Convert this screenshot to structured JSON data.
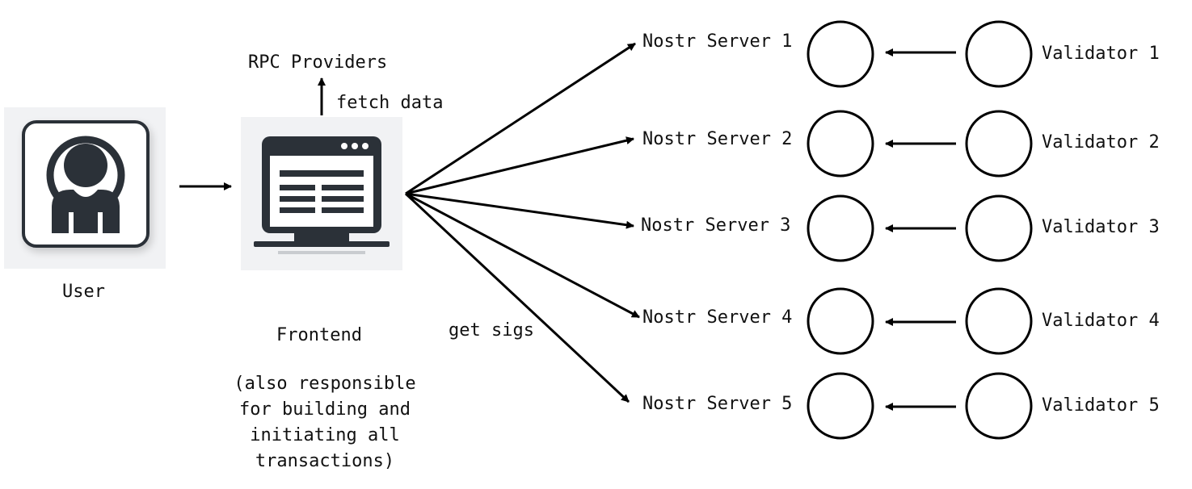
{
  "user": {
    "label": "User"
  },
  "frontend": {
    "label": "Frontend",
    "note_lines": [
      "(also responsible",
      "for building and",
      "initiating all",
      "transactions)"
    ]
  },
  "rpc": {
    "label": "RPC Providers",
    "edge_label": "fetch data"
  },
  "sigs_edge_label": "get sigs",
  "servers": [
    {
      "label": "Nostr Server 1"
    },
    {
      "label": "Nostr Server 2"
    },
    {
      "label": "Nostr Server 3"
    },
    {
      "label": "Nostr Server 4"
    },
    {
      "label": "Nostr Server 5"
    }
  ],
  "validators": [
    {
      "label": "Validator 1"
    },
    {
      "label": "Validator 2"
    },
    {
      "label": "Validator 3"
    },
    {
      "label": "Validator 4"
    },
    {
      "label": "Validator 5"
    }
  ],
  "colors": {
    "stroke": "#000000",
    "icon": "#2b3138",
    "card_bg": "#f1f2f4"
  }
}
